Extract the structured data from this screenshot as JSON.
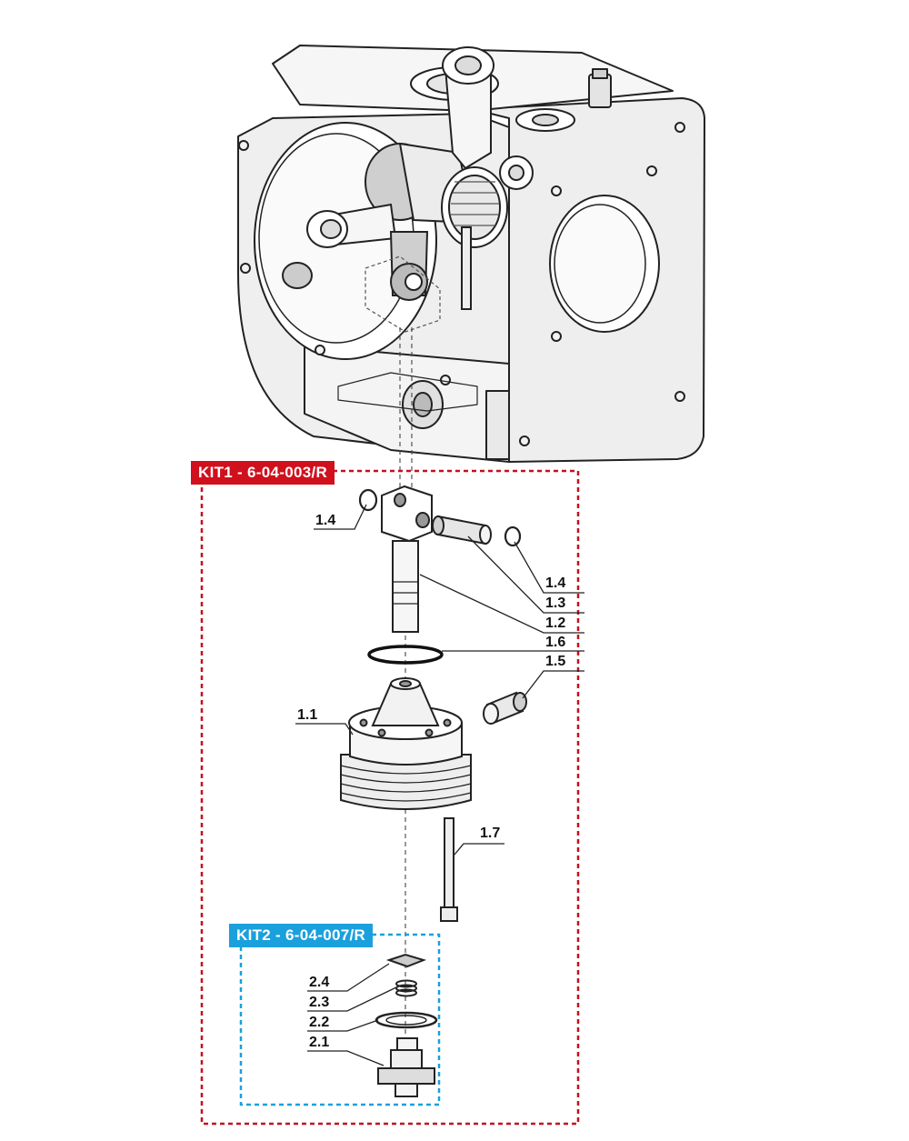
{
  "kits": [
    {
      "label": "KIT1 - 6-04-003/R",
      "color": "#d0101c"
    },
    {
      "label": "KIT2 - 6-04-007/R",
      "color": "#1aa0dc"
    }
  ],
  "parts": [
    {
      "id": "1.1"
    },
    {
      "id": "1.2"
    },
    {
      "id": "1.3"
    },
    {
      "id": "1.4"
    },
    {
      "id": "1.4"
    },
    {
      "id": "1.5"
    },
    {
      "id": "1.6"
    },
    {
      "id": "1.7"
    },
    {
      "id": "2.1"
    },
    {
      "id": "2.2"
    },
    {
      "id": "2.3"
    },
    {
      "id": "2.4"
    }
  ],
  "colors": {
    "line": "#222222",
    "fill": "#f2f2f2",
    "shade": "#d9d9d9"
  }
}
